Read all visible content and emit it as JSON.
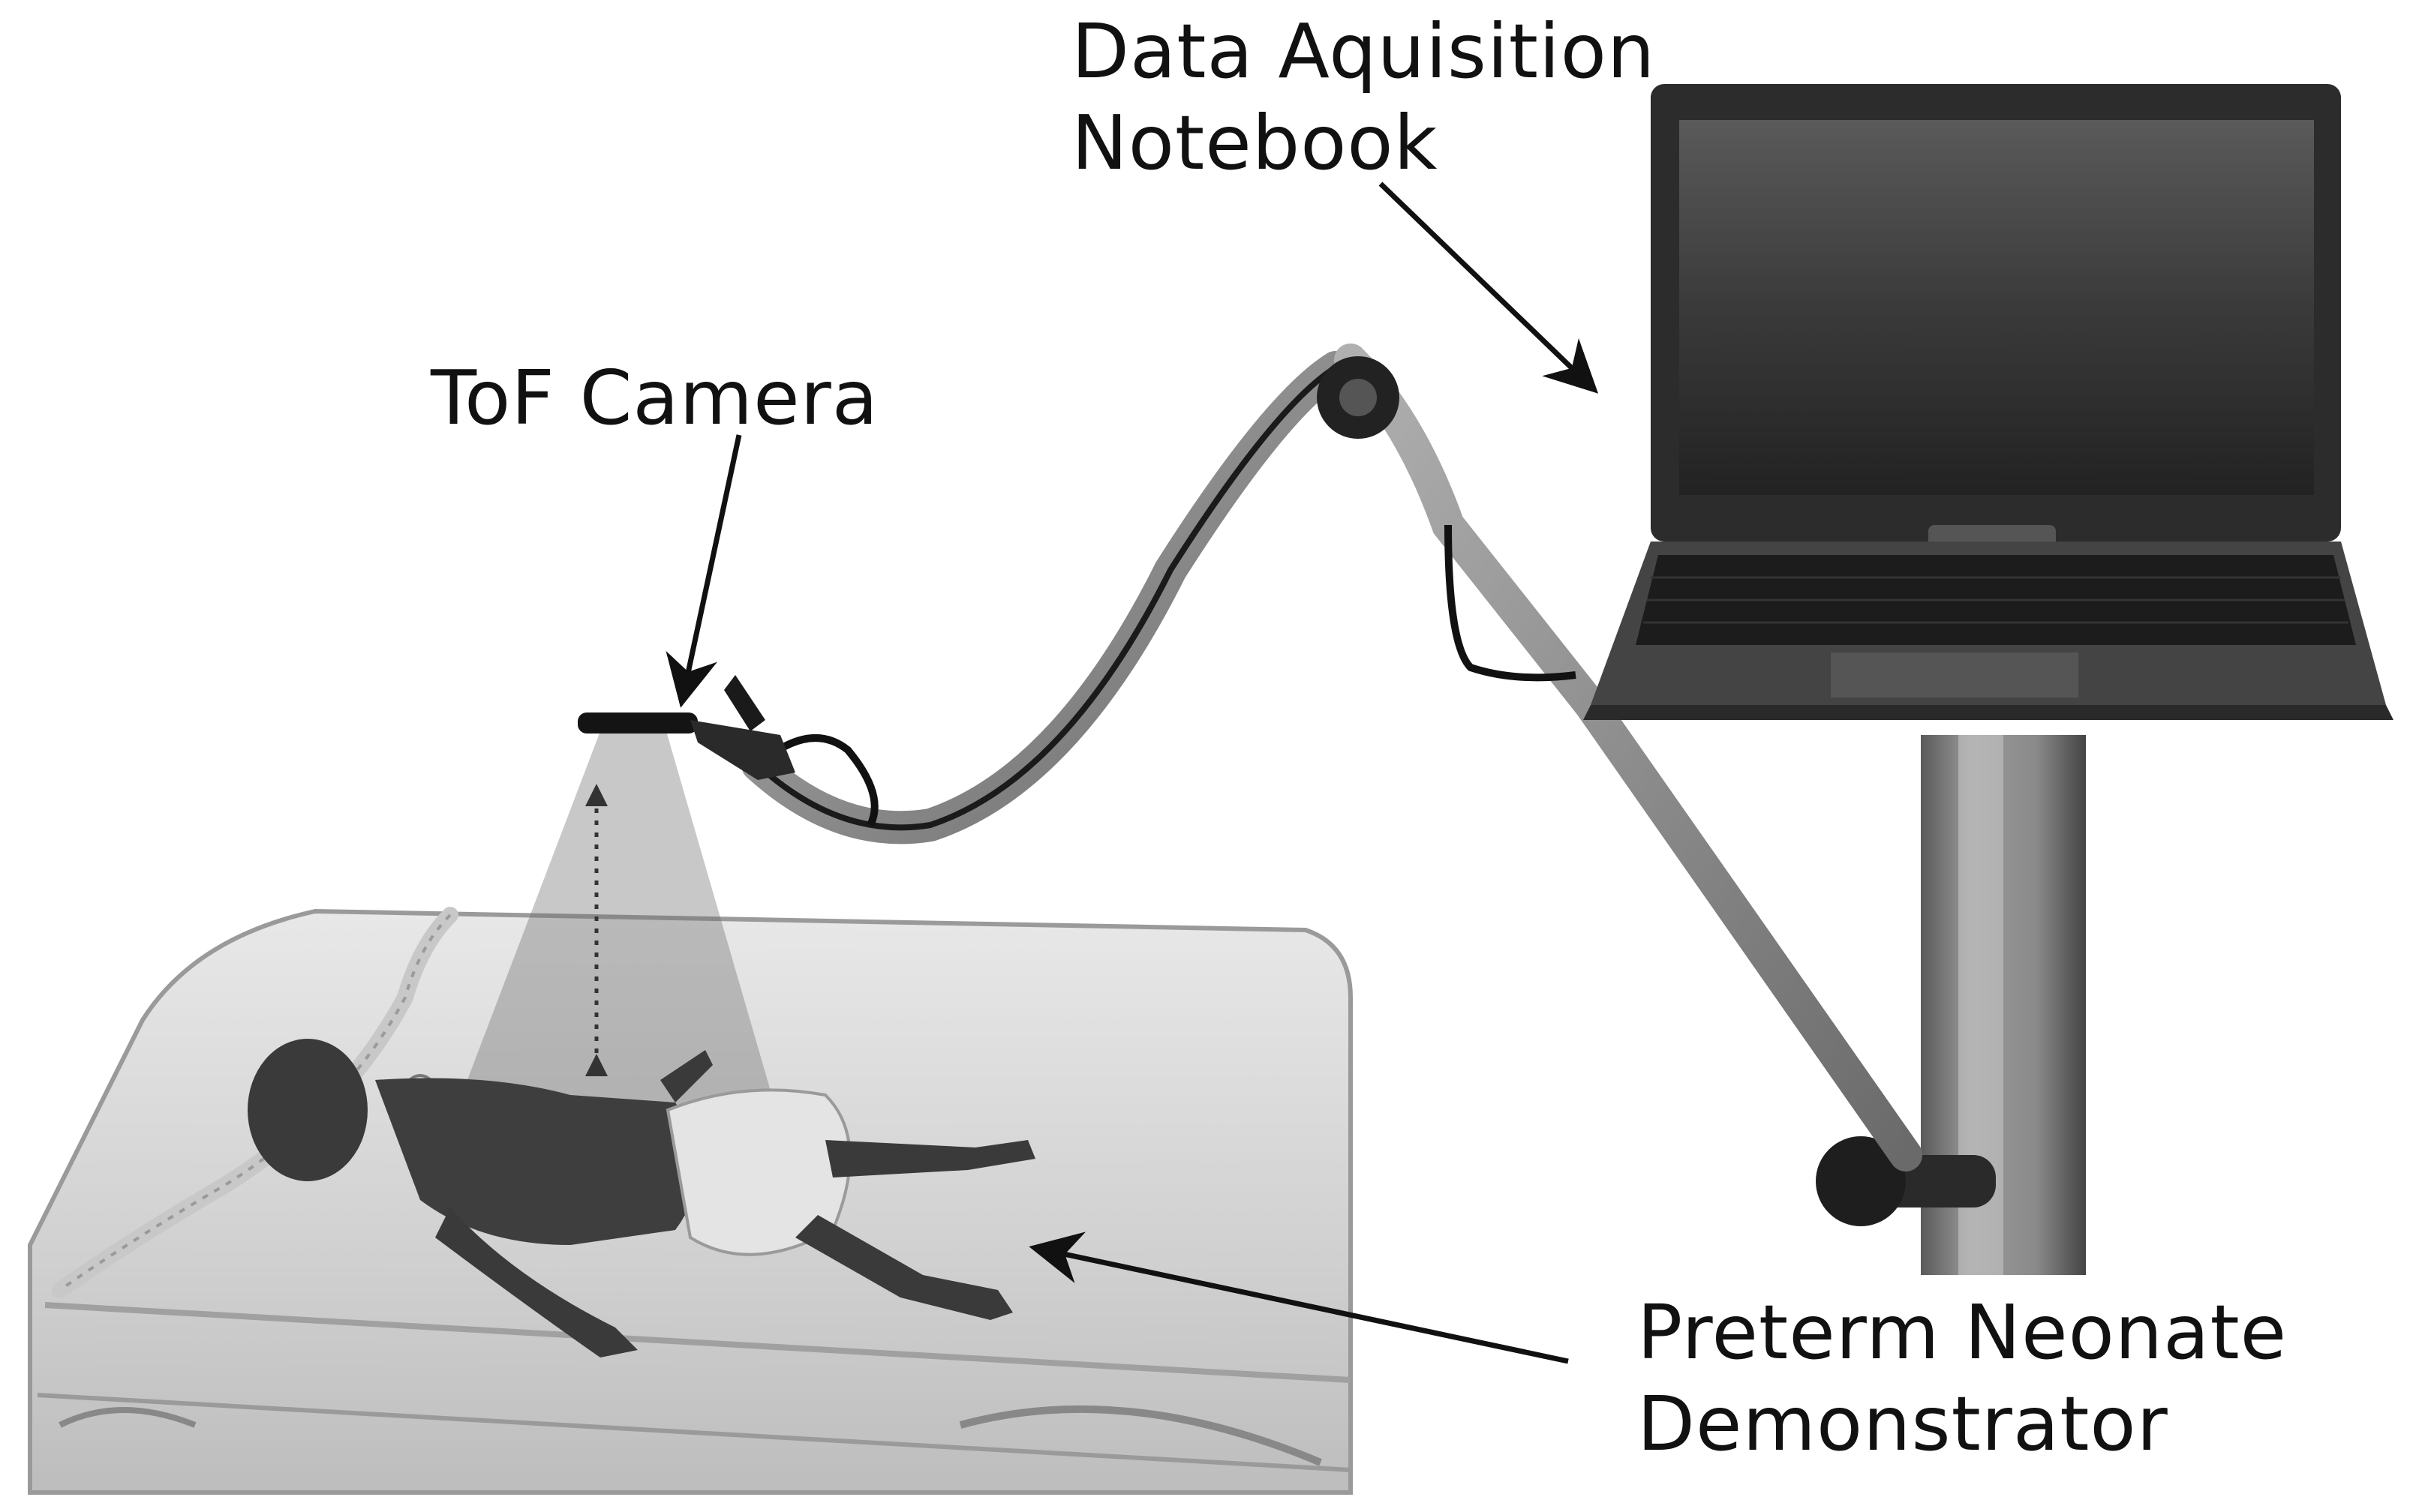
{
  "labels": {
    "notebook": {
      "line1": "Data Aquisition",
      "line2": "Notebook"
    },
    "camera": {
      "text": "ToF Camera"
    },
    "neonate": {
      "line1": "Preterm Neonate",
      "line2": "Demonstrator"
    }
  },
  "objects": {
    "notebook": "laptop-computer",
    "camera": "tof-camera",
    "arm": "articulated-mounting-arm",
    "stand": "mobile-stand-pole",
    "mattress": "incubator-mattress",
    "neonate": "neonate-manikin",
    "fov": "camera-field-of-view-cone"
  },
  "colors": {
    "background": "#ffffff",
    "text": "#111111",
    "mattress": "#d6d6d6",
    "laptop_body": "#3a3a3a",
    "laptop_screen": "#2a2a2a",
    "pole": "#8a8a8a",
    "manikin": "#3c3c3c",
    "fov": "#7a7a7a"
  }
}
